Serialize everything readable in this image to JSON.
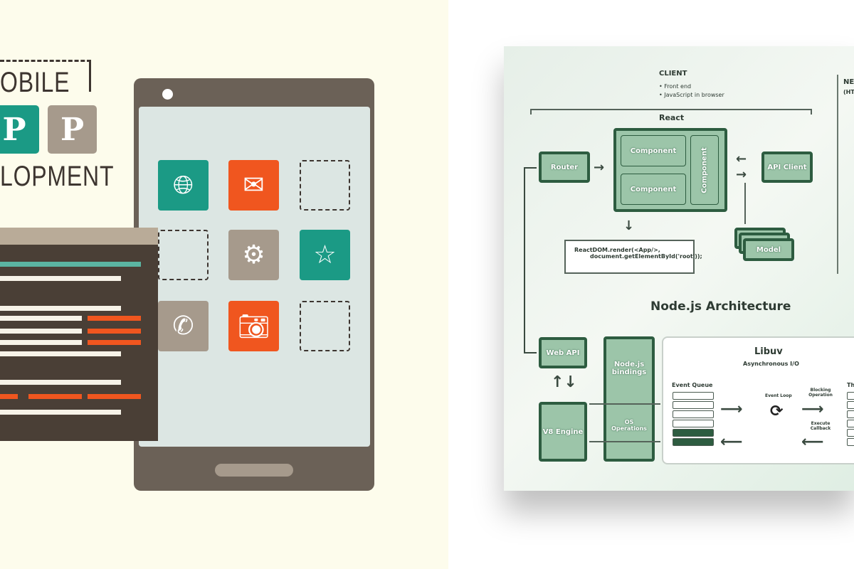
{
  "left_illustration": {
    "title_top": "OBILE",
    "tile_letters": [
      "P",
      "P"
    ],
    "title_bottom": "LOPMENT",
    "app_icons": [
      "globe-icon",
      "mail-icon",
      "empty-slot",
      "empty-slot",
      "gear-icon",
      "star-icon",
      "phone-icon",
      "camera-icon",
      "empty-slot"
    ],
    "colors": {
      "background": "#fdfcec",
      "teal": "#1b9a85",
      "orange": "#f0561f",
      "gray": "#a69a8c",
      "phone_body": "#6b6157"
    }
  },
  "diagram": {
    "client": {
      "title": "CLIENT",
      "bullets": [
        "Front end",
        "JavaScript in browser"
      ]
    },
    "next_column_partial": {
      "title": "NE",
      "sub": "(HT"
    },
    "react_label": "React",
    "router": "Router",
    "components": [
      "Component",
      "Component",
      "Component"
    ],
    "api_client": "API Client",
    "model": "Model",
    "code": [
      "ReactDOM.render(<App/>,",
      "document.getElementById('root'));"
    ],
    "title": "Node.js Architecture",
    "web_api": "Web API",
    "v8": "V8 Engine",
    "bindings": "Node.js bindings",
    "os_ops": "OS Operations",
    "libuv": {
      "title": "Libuv",
      "subtitle": "Asynchronous I/O"
    },
    "event_queue": "Event Queue",
    "event_loop": "Event Loop",
    "blocking": "Blocking Operation",
    "execute": "Execute Callback",
    "thread_pool_partial": "Th",
    "colors": {
      "box_fill": "#9cc5a9",
      "box_border": "#2d5c40"
    }
  }
}
